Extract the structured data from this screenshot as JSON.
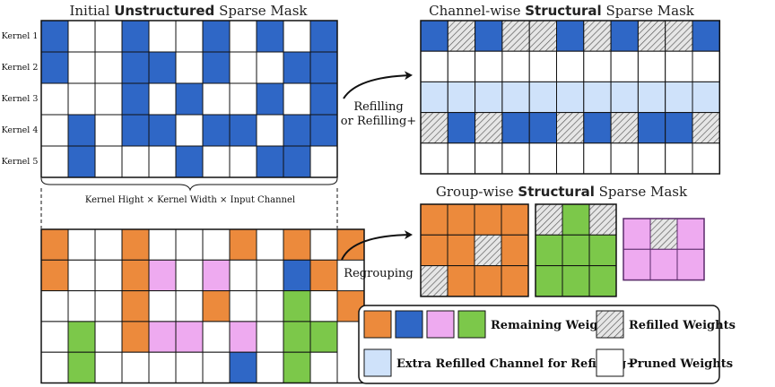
{
  "titles": {
    "unstructured_pre": "Initial",
    "unstructured_bold": "Unstructured",
    "unstructured_post": "Sparse Mask",
    "channel_pre": "Channel-wise",
    "channel_bold": "Structural",
    "channel_post": "Sparse Mask",
    "group_pre": "Group-wise",
    "group_bold": "Structural",
    "group_post": "Sparse Mask"
  },
  "kernel_labels": [
    "Kernel 1",
    "Kernel 2",
    "Kernel 3",
    "Kernel 4",
    "Kernel 5"
  ],
  "dimension_label": {
    "t1": "Kernel Hight",
    "x1": "×",
    "t2": "Kernel Width",
    "x2": "×",
    "t3": "Input Channel"
  },
  "arrow_labels": {
    "refill_1": "Refilling",
    "refill_2": "or Refilling+",
    "regroup": "Regrouping"
  },
  "legend": {
    "remaining": "Remaining Weights",
    "refilled": "Refilled Weights",
    "extra": "Extra Refilled Channel for Refilling+",
    "pruned": "Pruned Weights"
  },
  "colors": {
    "blue": "#2f67c6",
    "orange": "#ec8a3c",
    "pink": "#eeaaf0",
    "green": "#7cc84a",
    "light_blue": "#cfe2fa",
    "white": "#ffffff",
    "grid": "#111111"
  },
  "grids": {
    "unstructured": [
      "B..B..B.B.B",
      "B..BB.B..BB",
      "...B.B..B.B",
      ".B.BB.BB.BB",
      ".B...B..BB."
    ],
    "channel": [
      "BHBHHBHBHHB",
      "...........",
      "LLLLLLLLLLL",
      "HBHBBHBHBBH",
      "..........."
    ],
    "grouped": [
      "O..O...O.O.O",
      "O..OP.P..BO",
      "...O..O..G.O",
      ".G.OPP.P.GG",
      ".G.....B.G."
    ],
    "group_orange": [
      "OOOO",
      "OOHO",
      "HOOO"
    ],
    "group_green": [
      "HGH",
      "GGG",
      "GGG"
    ],
    "group_pink": [
      "PHP",
      "PPP"
    ]
  }
}
